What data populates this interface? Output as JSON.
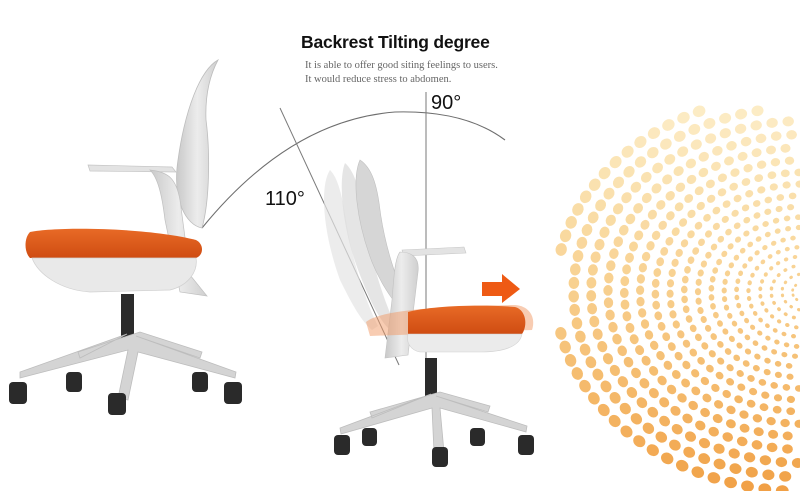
{
  "header": {
    "title": "Backrest Tilting degree",
    "description_lines": [
      "It is able to offer good siting feelings to users.",
      "It would reduce stress to abdomen."
    ]
  },
  "diagram": {
    "angle_upright": "90°",
    "angle_reclined": "110°",
    "arrow_direction": "right"
  },
  "colors": {
    "seat_orange": "#e0581a",
    "arrow_orange": "#ee5a14",
    "frame_gray": "#d9d9d9",
    "caster_black": "#2a2a2a",
    "dot_yellow": "#f6c65a",
    "dot_orange": "#f0a040",
    "guide_line": "#777777"
  }
}
